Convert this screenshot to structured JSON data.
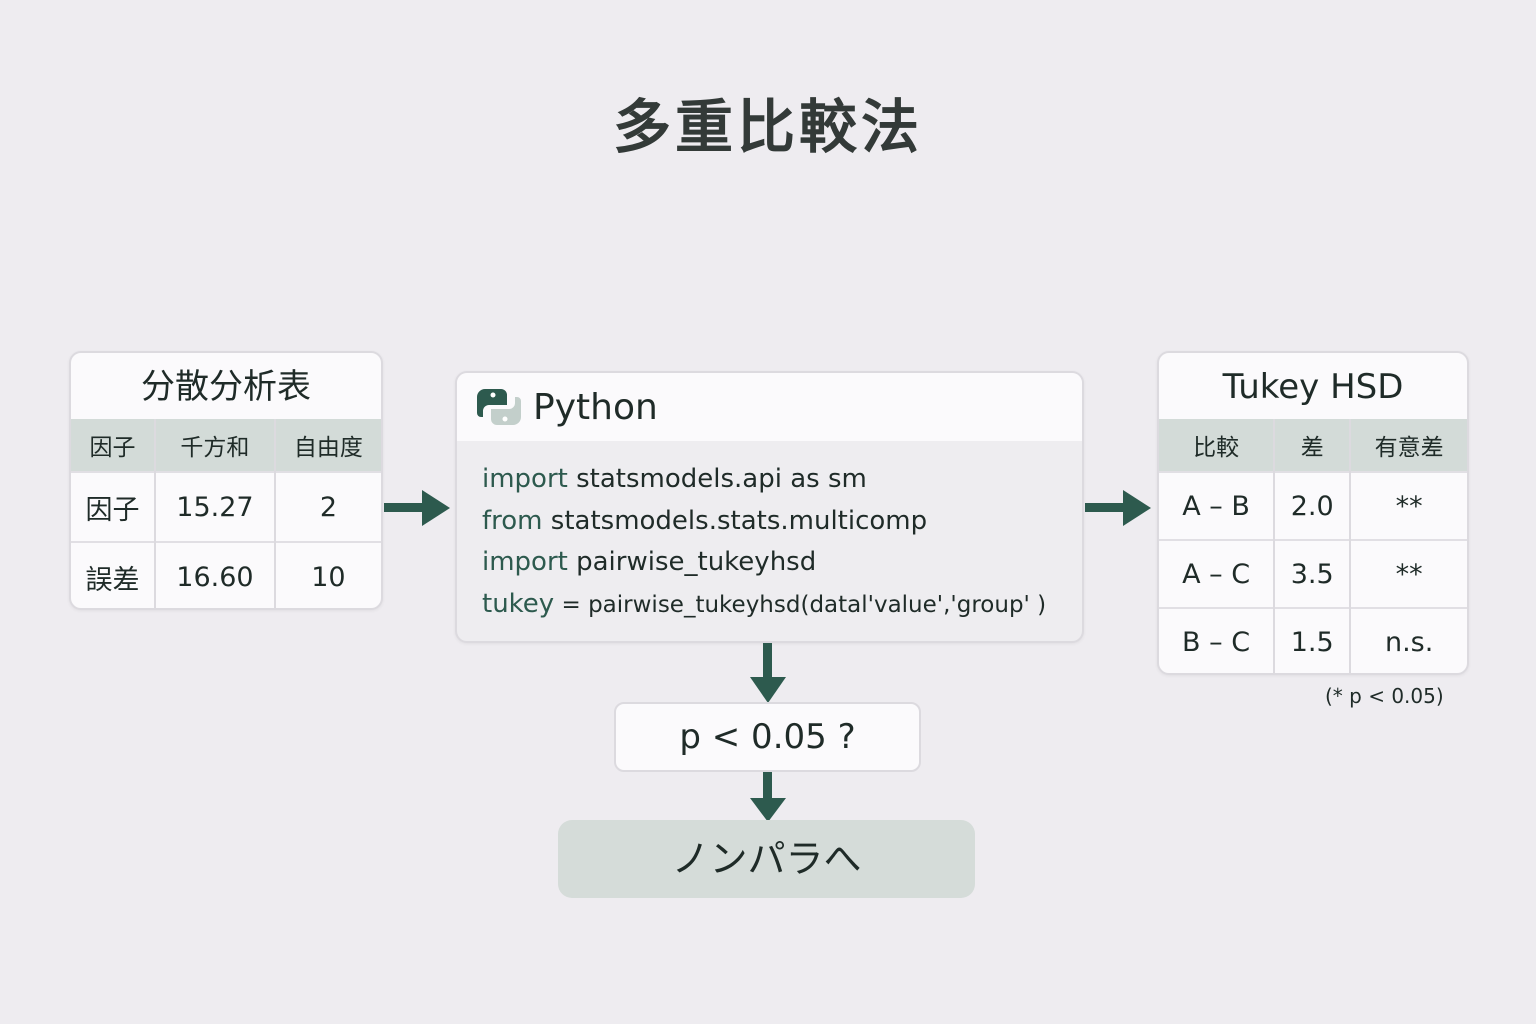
{
  "title": "多重比較法",
  "anova": {
    "title": "分散分析表",
    "headers": [
      "因子",
      "千方和",
      "自由度"
    ],
    "rows": [
      [
        "因子",
        "15.27",
        "2"
      ],
      [
        "誤差",
        "16.60",
        "10"
      ]
    ]
  },
  "python": {
    "title": "Python",
    "icon": "python-logo-icon",
    "lines": [
      {
        "kw": "import",
        "rest": " statsmodels.api as sm"
      },
      {
        "kw": "from",
        "rest": " statsmodels.stats.multicomp"
      },
      {
        "kw": "import",
        "rest": " pairwise_tukeyhsd"
      },
      {
        "kw": "tukey",
        "rest": " = pairwise_tukeyhsd(datal'value','group' )"
      }
    ]
  },
  "tukey": {
    "title": "Tukey HSD",
    "headers": [
      "比較",
      "差",
      "有意差"
    ],
    "rows": [
      [
        "A – B",
        "2.0",
        "**"
      ],
      [
        "A – C",
        "3.5",
        "**"
      ],
      [
        "B – C",
        "1.5",
        "n.s."
      ]
    ],
    "note": "(* p < 0.05)"
  },
  "decision": "p < 0.05 ?",
  "result": "ノンパラへ",
  "colors": {
    "accent": "#2d5a4e",
    "header": "#d3dbd8",
    "background": "#eeecf0"
  }
}
